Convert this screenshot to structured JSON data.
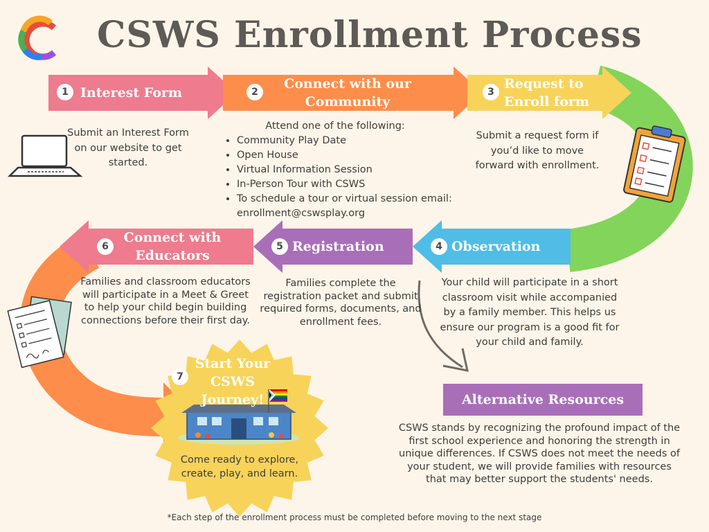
{
  "title": "CSWS Enrollment Process",
  "steps": [
    {
      "number": "1",
      "label": "Interest Form",
      "description": "Submit an Interest Form on our website to get started."
    },
    {
      "number": "2",
      "label": "Connect with our Community",
      "intro": "Attend one of the following:",
      "items": [
        "Community Play Date",
        "Open House",
        "Virtual Information Session",
        "In-Person Tour with CSWS",
        "To schedule a tour or virtual session email: enrollment@cswsplay.org"
      ]
    },
    {
      "number": "3",
      "label": "Request to Enroll form",
      "description": "Submit a request form if you’d like to move forward with enrollment."
    },
    {
      "number": "4",
      "label": "Observation",
      "description": "Your child will participate in a short classroom visit while accompanied by a family member. This helps us ensure our program is a good fit for your child and family."
    },
    {
      "number": "5",
      "label": "Registration",
      "description": "Families complete the registration packet and submit required forms, documents, and enrollment fees."
    },
    {
      "number": "6",
      "label": "Connect with Educators",
      "description": "Families and classroom educators will participate in a Meet & Greet to help your child begin building connections before their first day."
    },
    {
      "number": "7",
      "label": "Start Your CSWS Journey!",
      "description": "Come ready to explore, create, play, and learn."
    }
  ],
  "alternative": {
    "label": "Alternative Resources",
    "description": "CSWS stands by recognizing the profound impact of the first school experience and honoring the strength in unique differences. If CSWS does not meet the needs of your student, we will provide families with resources that may better support the students' needs."
  },
  "footnote": "*Each step of the enrollment process must be completed before moving to the next stage",
  "colors": {
    "background": "#fdf5e9",
    "pink": "#ee7b8e",
    "orange": "#fd8d4a",
    "yellow": "#f7d35a",
    "green": "#82d45a",
    "blue": "#4fbde6",
    "purple": "#a86fb8",
    "title": "#5e5a56"
  },
  "icons": [
    "logo-icon",
    "laptop-icon",
    "clipboard-icon",
    "documents-icon",
    "schoolhouse-icon",
    "pride-flag-icon",
    "curved-arrow-icon"
  ]
}
